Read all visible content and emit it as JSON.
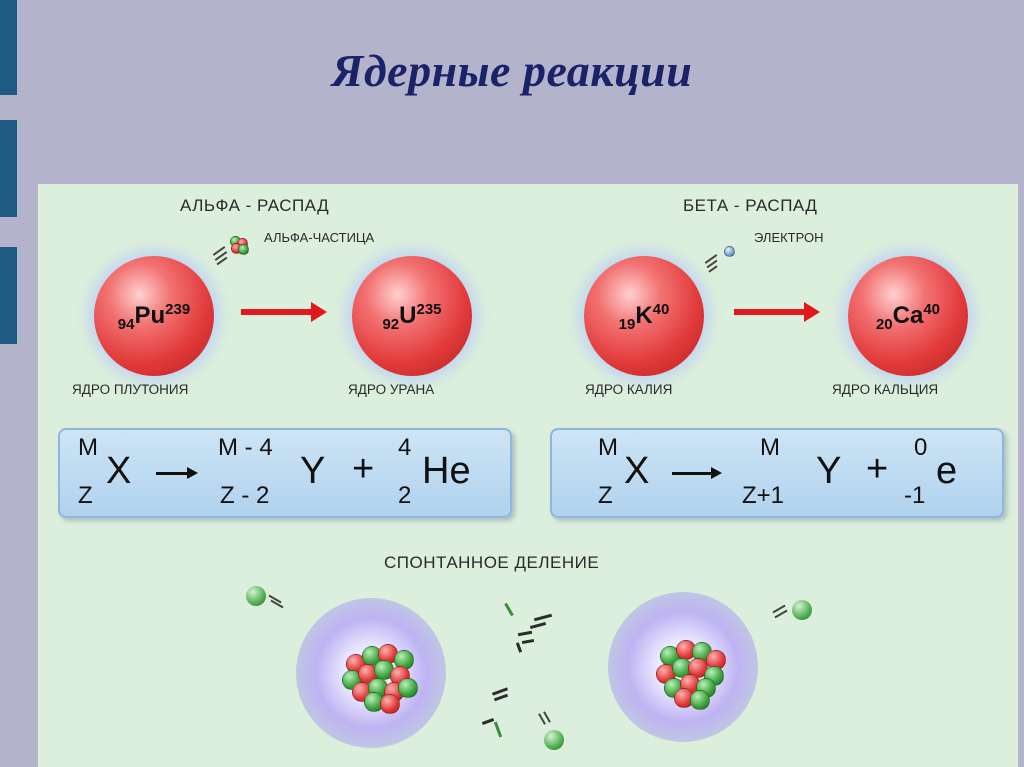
{
  "title": "Ядерные реакции",
  "alpha": {
    "heading": "АЛЬФА - РАСПАД",
    "particle_label": "АЛЬФА-ЧАСТИЦА",
    "parent": {
      "z": "94",
      "symbol": "Pu",
      "a": "239",
      "caption": "ЯДРО ПЛУТОНИЯ"
    },
    "daughter": {
      "z": "92",
      "symbol": "U",
      "a": "235",
      "caption": "ЯДРО УРАНА"
    },
    "formula": {
      "m": "M",
      "z": "Z",
      "x": "X",
      "y_top": "M - 4",
      "y_bottom": "Z - 2",
      "y": "Y",
      "plus": "+",
      "he_top": "4",
      "he_bottom": "2",
      "he": "He"
    }
  },
  "beta": {
    "heading": "БЕТА - РАСПАД",
    "particle_label": "ЭЛЕКТРОН",
    "parent": {
      "z": "19",
      "symbol": "K",
      "a": "40",
      "caption": "ЯДРО КАЛИЯ"
    },
    "daughter": {
      "z": "20",
      "symbol": "Ca",
      "a": "40",
      "caption": "ЯДРО КАЛЬЦИЯ"
    },
    "formula": {
      "m": "M",
      "z": "Z",
      "x": "X",
      "y_top": "M",
      "y_bottom": "Z+1",
      "y": "Y",
      "plus": "+",
      "e_top": "0",
      "e_bottom": "-1",
      "e": "e"
    }
  },
  "fission": {
    "heading": "СПОНТАННОЕ ДЕЛЕНИЕ"
  },
  "colors": {
    "background": "#b3b3cc",
    "panel": "#dcefdc",
    "title": "#1a2268",
    "nucleus": "#e23a3a",
    "arrow": "#e0191c",
    "formula_box": "#c0dcf2"
  }
}
